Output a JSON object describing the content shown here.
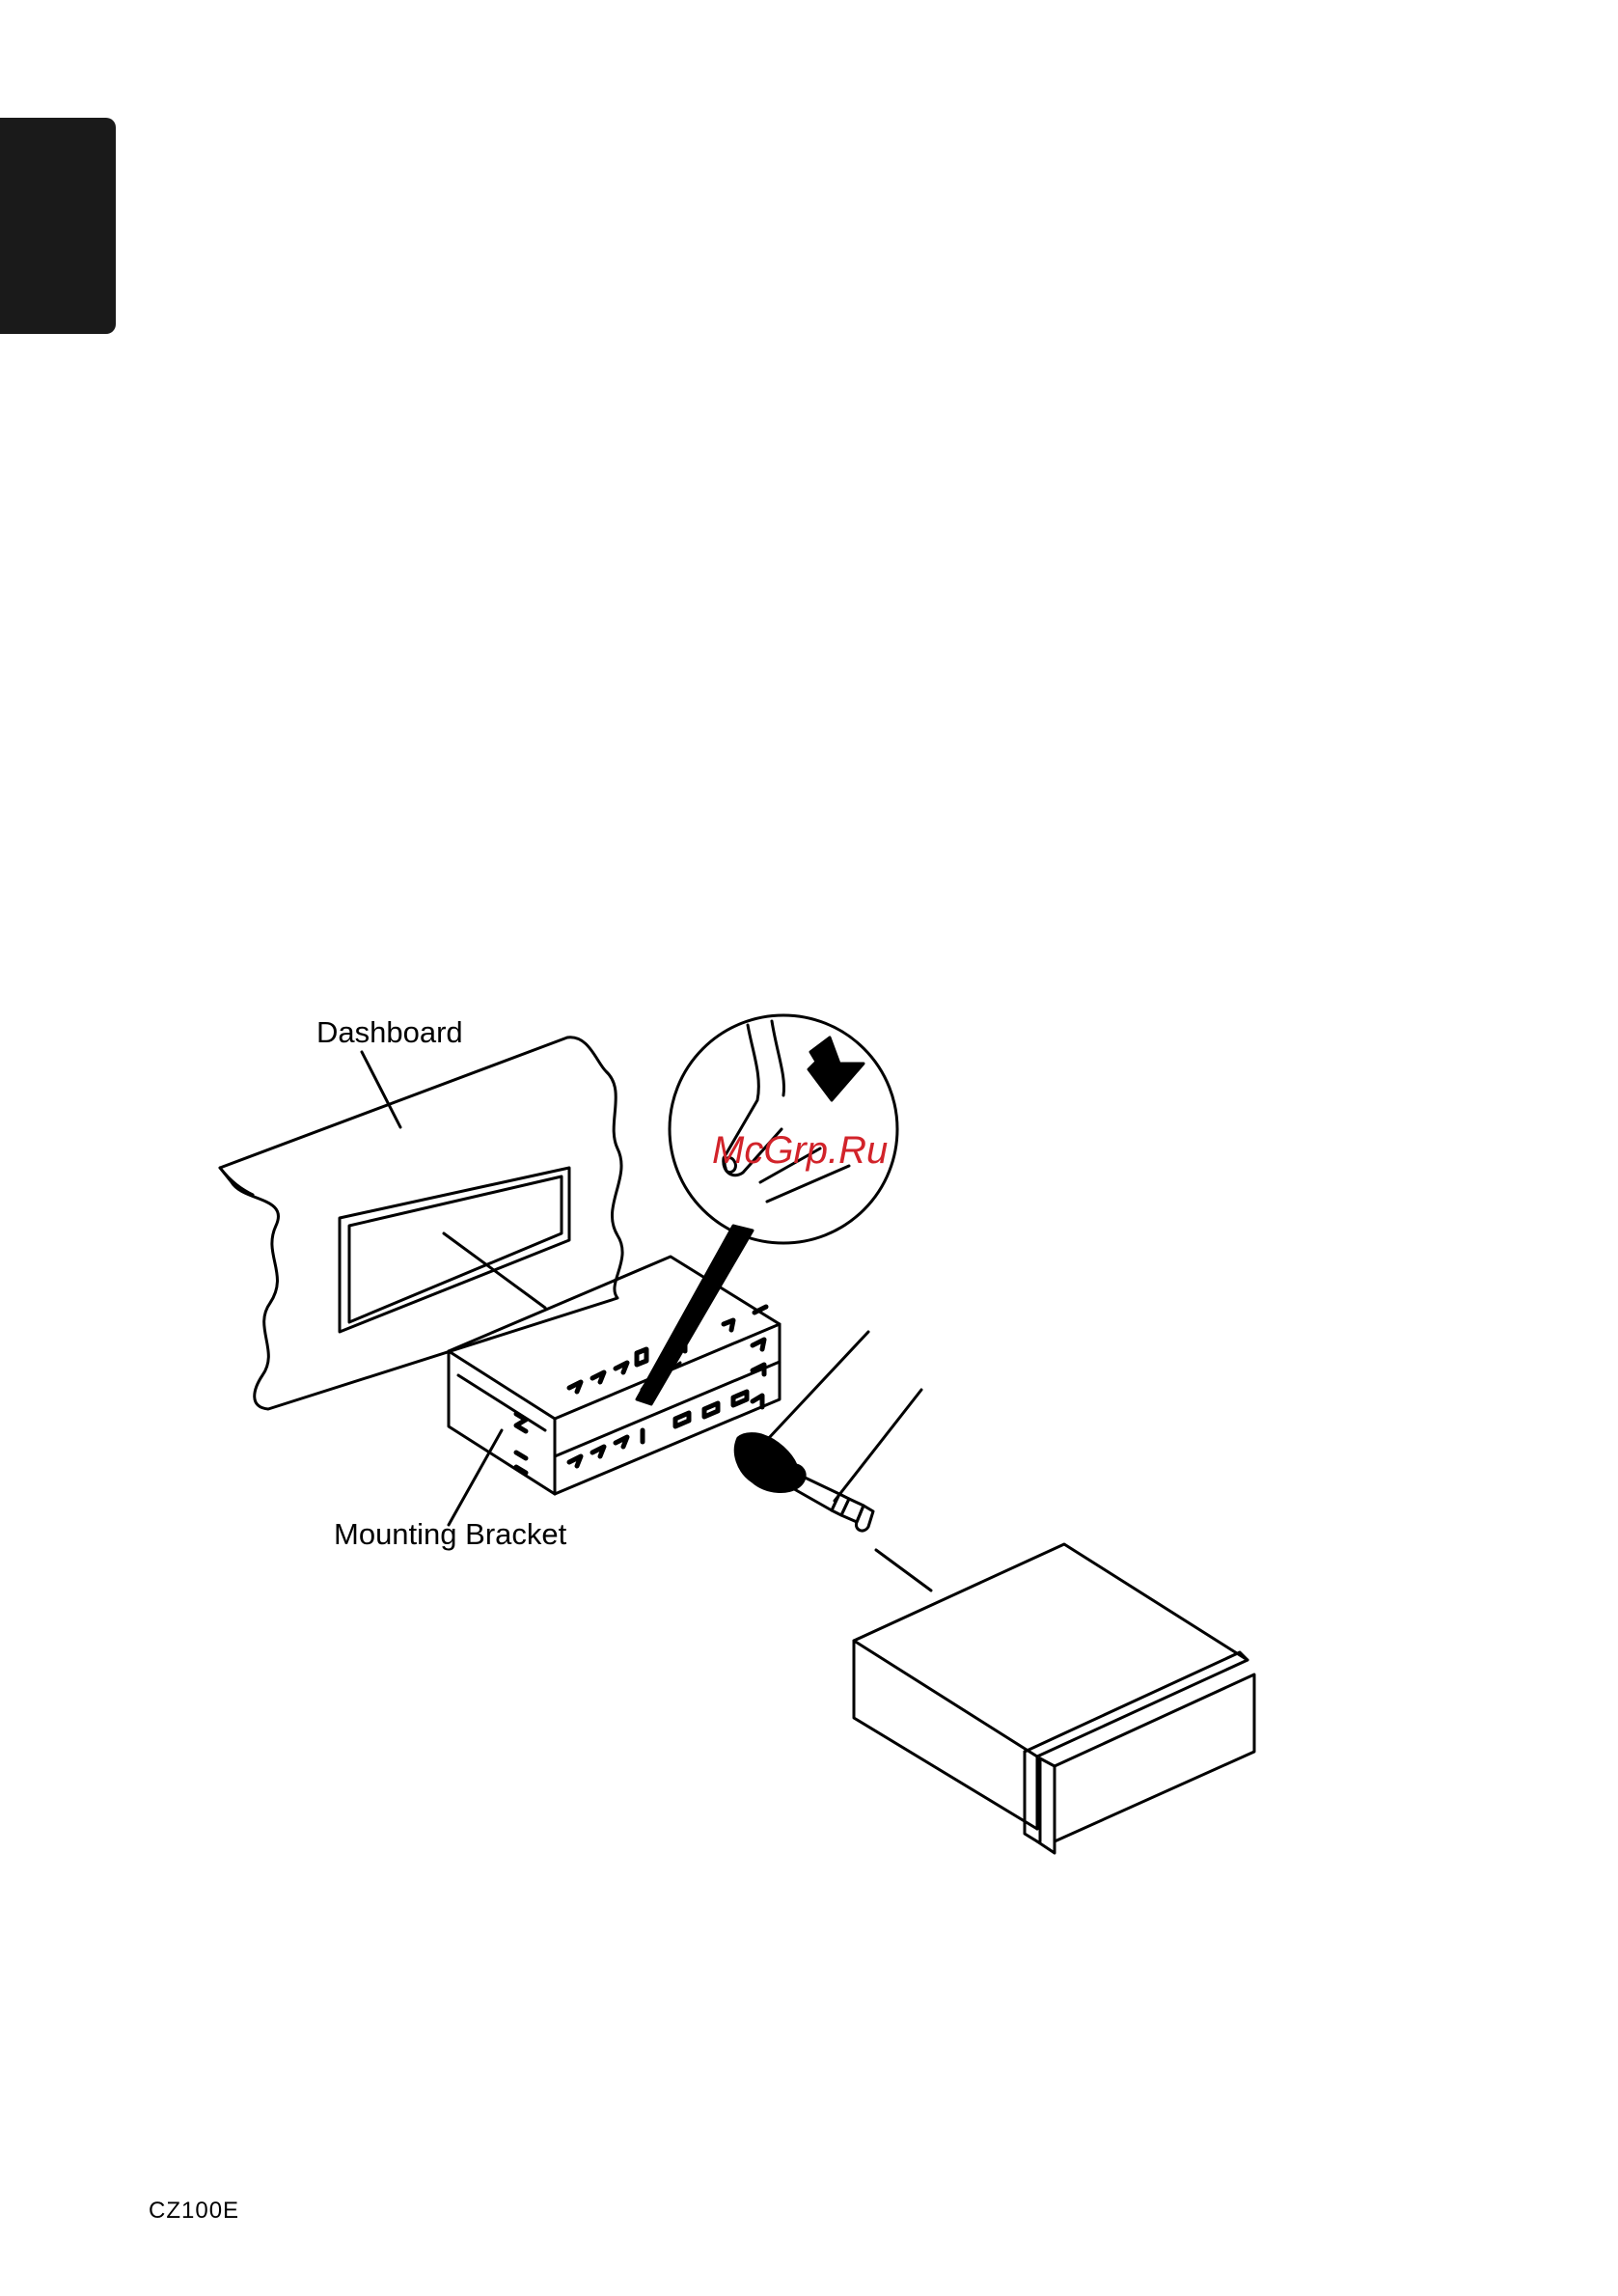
{
  "figure": {
    "dashboard_label": "Dashboard",
    "mounting_bracket_label": "Mounting Bracket"
  },
  "watermark": "McGrp.Ru",
  "footer": {
    "model_code": "CZ100E"
  }
}
